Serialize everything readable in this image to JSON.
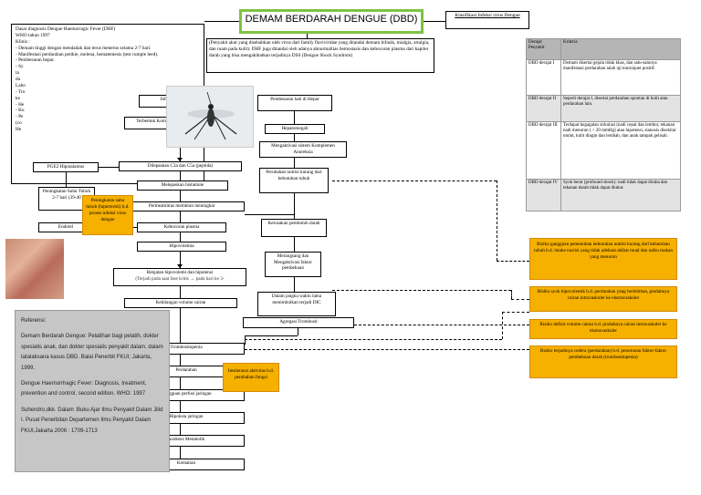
{
  "title": "DEMAM BERDARAH DENGUE (DBD)",
  "definition_text": "(Penyakit akut yang disebabkan oleh virus dari family flaviviridae yang ditandai demam bifasik, mialgia, artalgia, dan ruam pada kulit). DHF juga ditandai oleh adanya abnormalitas hemostasis dan kebocoran plasma dari kapiler darah yang bisa mengakibatkan terjadinya DSS (Dengue Shock Syndrom)",
  "diagnosis": {
    "title": "Dasar diagnosis Dengue Haemorragic Fever (DHF) WHO tahun 1997",
    "items": [
      "Klinis :",
      "- Demam tinggi dengan mendadak dan terus menerus selama 2-7 hari.",
      "- Manifestasi perdarahan petikie, melena, hematemesis (test rumple leed).",
      "- Pembesaran hepar.",
      "- Sy",
      "ta",
      "da",
      "Labo",
      "- Tro",
      "ke",
      "- He",
      "- Ku",
      "- Pe",
      "(co",
      "He"
    ]
  },
  "klasifikasi": {
    "title": "Klasifikasi Infeksi virus Dengue",
    "headers": [
      "Derajat Penyakit",
      "Kriteria"
    ],
    "rows": [
      {
        "grade": "DBD derajat I",
        "criteria": "Demam disertai gejala tidak khas, dan satu-satunya manifestasi perdarahan ialah uji tourniquet positif."
      },
      {
        "grade": "DBD derajat II",
        "criteria": "Seperti derajat I, disertai perdarahan spontan di kulit atau perdarahan lain."
      },
      {
        "grade": "DBD derajat III",
        "criteria": "Terdapat kegagalan sirkulasi (nadi cepat dan lembut, tekanan nadi menurun ( < 20 mmHg) atau hipotensi, sianosis disekitar mulut, kulit dingin dan lembab, dan anak tampak gelisah."
      },
      {
        "grade": "DBD derajat IV",
        "criteria": "Syok berat (profound shock): nadi tidak dapat diraba dan tekanan darah tidak dapat diukur."
      }
    ]
  },
  "flow_center": {
    "infeksi": "Infeksi virus dengue",
    "terbentuk": "Terbentuk Kompleks Antigen-Antibodi",
    "dilepaskan": "Dilepaskan C3a dan C5a (peptida)",
    "melepaskan": "Melepaskan histamine",
    "permeabilitas": "Permeabilitas membran meningkat",
    "kebocoran": "Kebocoran plasma",
    "hipovolemia": "Hipovolemia",
    "renjatan": "Renjatan hipovolemi dan hipotensi",
    "renjatan_sub": "(Terjadi pada saat fase kritis → pada hari ke 3-",
    "kehilangan": "Kehilangan volume cairan",
    "trombositopenia": "Trombositopenia",
    "b3": "Perdarahan",
    "b4": "Gangguan perfusi jaringan",
    "b5": "Hipoksia jaringan",
    "b6": "Asidosis Metabolik",
    "b7": "Kematian"
  },
  "flow_left": {
    "pge2": "PGE2 Hipotalamus",
    "peningkatan": "Peningkatan Suhu Tubuh 2-7 hari (39-40",
    "endotel": "Endotel"
  },
  "flow_right": {
    "pembesaran": "Pembesaran hati di Hepar",
    "hepatomegali": "Hepatomegali",
    "mengaktivasi": "Mengaktivasi sistem Komplemen",
    "mengaktivasi_sub": "Anoreksia",
    "perubahan": "Perubahan nutrisi kurang dari kebutuhan tubuh",
    "kerusakan": "Kerusakan pembuluh darah",
    "merangsang": "Merangsang dan Mengaktivasi faktor pembekuan",
    "dalam_jangka": "Dalam jangka waktu lama menimbulkan terjadi DIC",
    "agregasi": "Agregasi Trombosit"
  },
  "orange_notes": {
    "suhu": "Peningkatan suhu tubuh (hipertermi) b.d. proses infeksi virus dengue",
    "intoleransi": "Intoleransi aktivitas b.d. perubahan fungsi",
    "risk1": "Risiko gangguan pemenuhan kebutuhan nutrisi kurang dari kebutuhan tubuh b.d. intake nutrisi yang tidak adekuat akibat mual dan nafsu makan yang menurun",
    "risk2": "Risiko syok hipovolemik b.d. perdarahan yang berlebihan, pindahnya cairan intravaskuler ke ekstravaskuler",
    "risk3": "Risiko defisit volume cairan b.d. pindahnya cairan intravaskuler ke ekstravaskuler",
    "risk4": "Risiko terjadinya cedera (perdarahan) b.d. penurunan faktor-faktor pembekuan darah (trombositopenia)"
  },
  "references": {
    "title": "Referensi:",
    "items": [
      "Demam Berdarah Dengue: Pelatihan bagi pelatih, dokter spesialis anak, dan dokter spesialis penyakit dalam, dalam tatalaksana kasus DBD. Balai Penerbit FKUI; Jakarta, 1999.",
      "Dengue Haemorrhagic Fever: Diagnosis, treatment, prevention and control, second edition. WHO: 1997",
      "Suhendro,dkk. Dalam :Buku Ajar Ilmu Penyakit Dalam Jilid I. Pusat Penerbitan Departemen Ilmu Penyakit Dalam FKUI,Jakarta 2006 : 1709-1713"
    ]
  },
  "colors": {
    "orange": "#f6b000",
    "title_border": "#7ec242",
    "reference_bg": "#c6c6c6"
  }
}
